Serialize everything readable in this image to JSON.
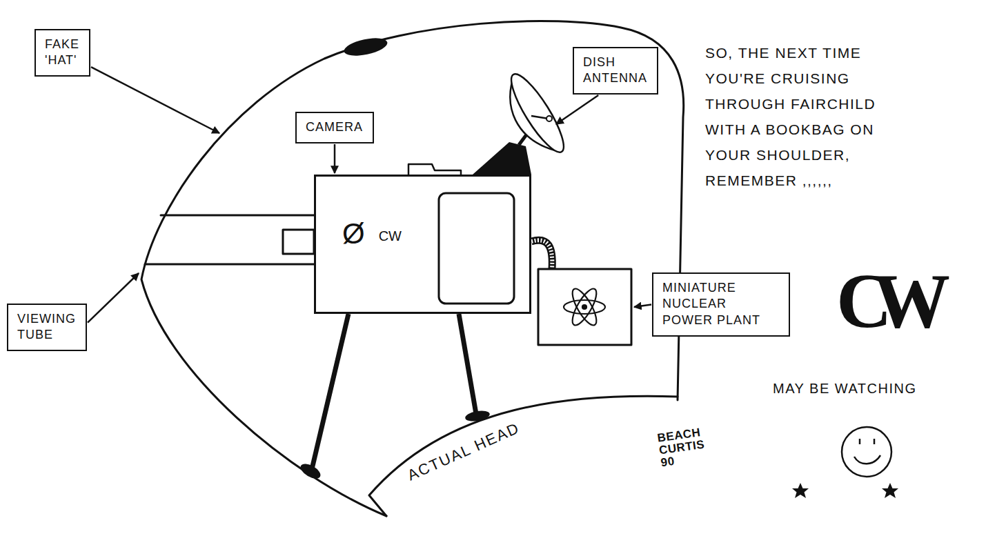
{
  "diagram": {
    "nodes": [
      {
        "text": [
          "FAKE 'HAT'"
        ]
      },
      {
        "text": [
          "DISH ANTENNA"
        ]
      },
      {
        "text": [
          "CAMERA"
        ]
      },
      {
        "text": [
          "Ø",
          "CW"
        ]
      },
      {
        "text": [
          "VIEWING TUBE"
        ]
      },
      {
        "text": [
          "MINIATURE NUCLEAR POWER PLANT"
        ]
      }
    ],
    "edges": [
      {
        "from": 2,
        "to": 3,
        "arrow": "to"
      }
    ],
    "labels": [
      "ACTUAL HEAD",
      "SO, THE NEXT TIME YOU'RE CRUISING THROUGH FAIRCHILD WITH A BOOKBAG ON YOUR SHOULDER, REMEMBER ,,,,,,",
      "CW",
      "MAY BE WATCHING",
      "BEACH CURTIS 90"
    ]
  }
}
